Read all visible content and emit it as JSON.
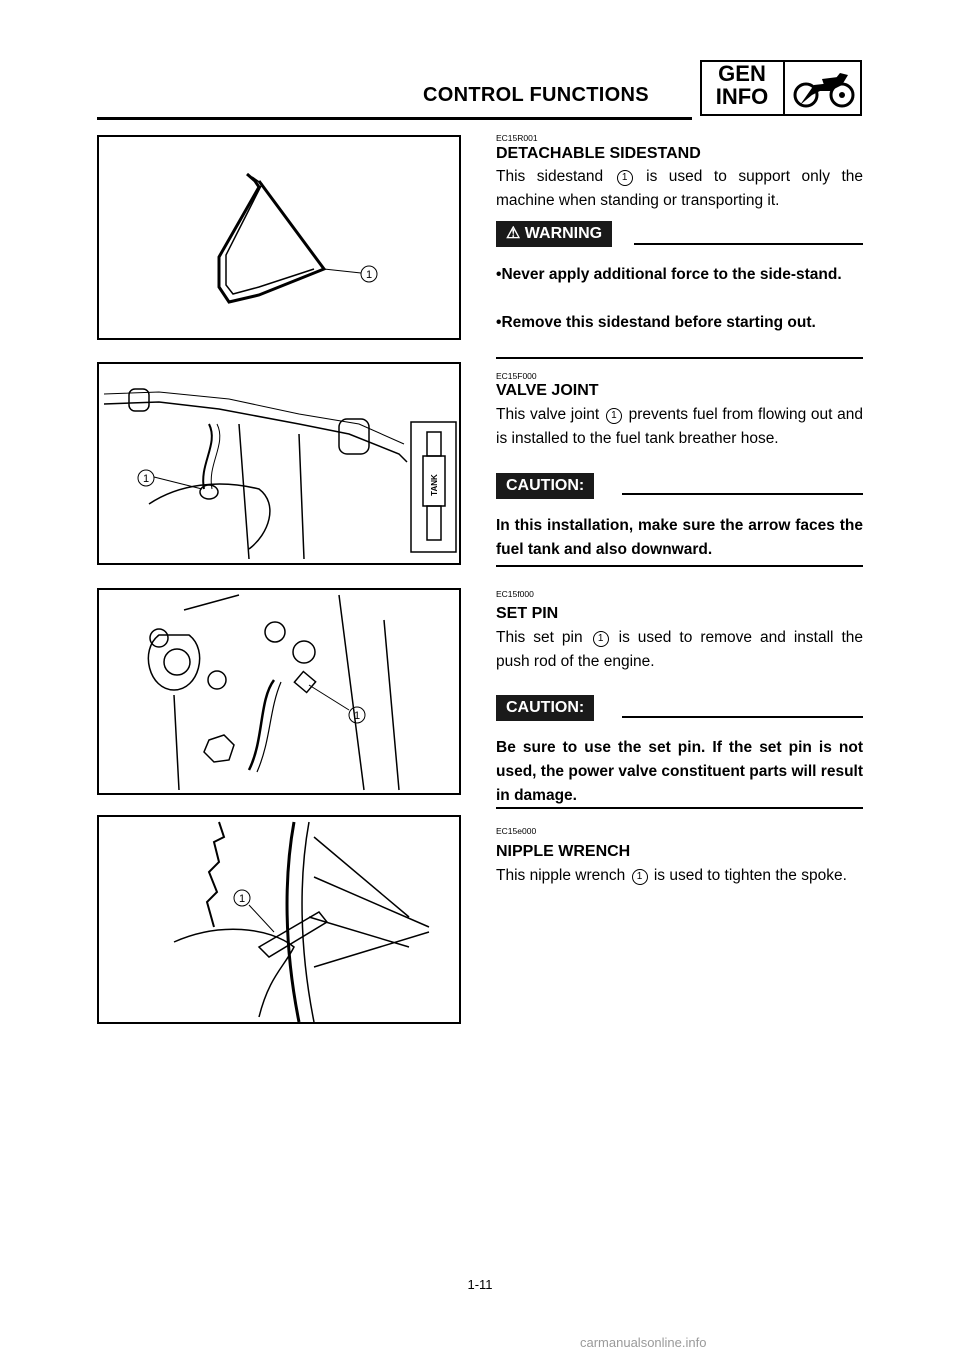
{
  "header": {
    "title": "CONTROL FUNCTIONS",
    "badge_line1": "GEN",
    "badge_line2": "INFO",
    "badge_icon": "motorcycle-icon"
  },
  "sections": {
    "sidestand": {
      "code": "EC15R001",
      "title": "DETACHABLE SIDESTAND",
      "body_before": "This sidestand",
      "callout": "1",
      "body_after": "is used to support only the machine when standing or transporting it.",
      "warning_label": "WARNING",
      "bullets": [
        "Never apply additional force to the side-stand.",
        "Remove this sidestand before starting out."
      ],
      "figure_callout": "1"
    },
    "valve_joint": {
      "code": "EC15F000",
      "title": "VALVE JOINT",
      "body_before": "This valve joint",
      "callout": "1",
      "body_after": "prevents fuel from flowing out and is installed to the fuel tank breather hose.",
      "caution_label": "CAUTION:",
      "caution_text": "In this installation, make sure the arrow faces the fuel tank and also downward.",
      "figure_callout": "1",
      "tank_label": "TANK"
    },
    "set_pin": {
      "code": "EC15f000",
      "title": "SET PIN",
      "body_before": "This set pin",
      "callout": "1",
      "body_after": "is used to remove and install the push rod of the engine.",
      "caution_label": "CAUTION:",
      "caution_text": "Be sure to use the set pin. If the set pin is not used, the power valve constituent parts will result in damage.",
      "figure_callout": "1"
    },
    "nipple_wrench": {
      "code": "EC15e000",
      "title": "NIPPLE WRENCH",
      "body_before": "This nipple wrench",
      "callout": "1",
      "body_after": "is used to tighten the spoke.",
      "figure_callout": "1"
    }
  },
  "footer": {
    "page_number": "1-11",
    "watermark": "carmanualsonline.info"
  }
}
